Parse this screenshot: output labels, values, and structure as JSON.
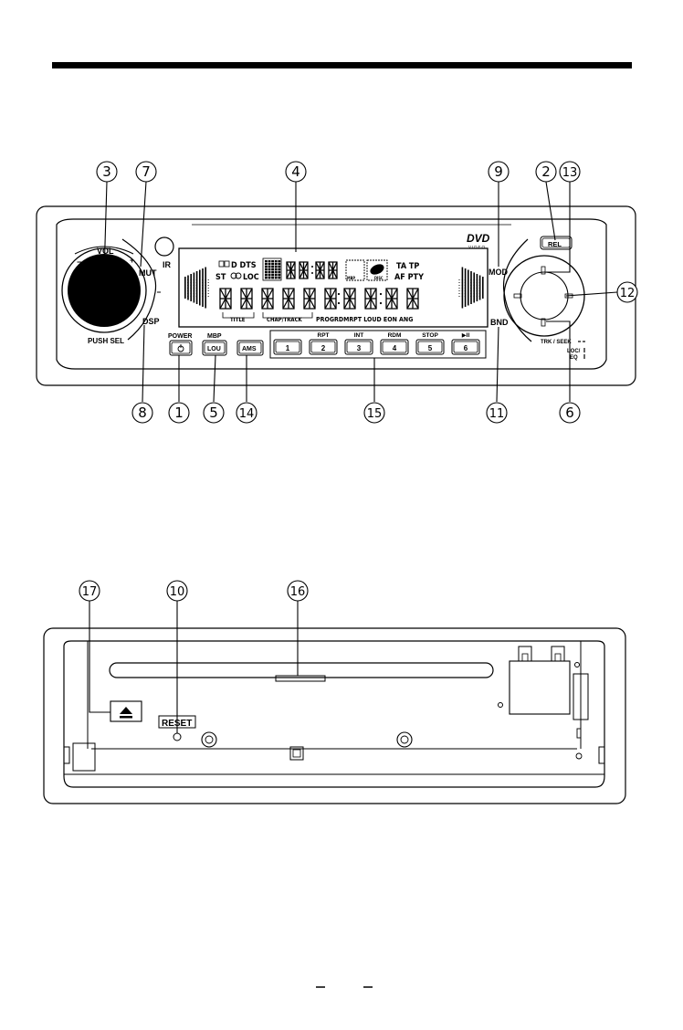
{
  "callouts_front": [
    "3",
    "7",
    "4",
    "9",
    "2",
    "13",
    "12",
    "8",
    "1",
    "5",
    "14",
    "15",
    "11",
    "6"
  ],
  "callouts_rear": [
    "17",
    "10",
    "16"
  ],
  "front_panel": {
    "knob": {
      "vol": "VOL",
      "minus": "−",
      "plus": "+",
      "push_sel": "PUSH SEL"
    },
    "left_buttons": [
      "MUT",
      "DSP"
    ],
    "ir_label": "IR",
    "power": {
      "label": "POWER",
      "glyph": "⏻"
    },
    "mbp": {
      "top": "MBP",
      "key": "LOU"
    },
    "ams": "AMS",
    "presets": [
      {
        "top": "",
        "key": "1"
      },
      {
        "top": "RPT",
        "key": "2"
      },
      {
        "top": "INT",
        "key": "3"
      },
      {
        "top": "RDM",
        "key": "4"
      },
      {
        "top": "STOP",
        "key": "5"
      },
      {
        "top": "▶II",
        "key": "6"
      }
    ],
    "display": {
      "row1_left": "D DTS",
      "row1_st": "ST",
      "row1_loc": "LOC",
      "mbp_small": "MBP",
      "disc_small": "DISC",
      "ta_tp": "TA TP",
      "af_pty": "AF PTY",
      "title_tag": "TITLE",
      "chap_tag": "CHAP/TRACK",
      "bottom_tags": "PROGRDMRPT  LOUD EON ANG"
    },
    "right_buttons": [
      "MOD",
      "BND"
    ],
    "rel": "REL",
    "dvd_logo": "DVD",
    "dvd_sub": "VIDEO",
    "trk_seek": "TRK / SEEK",
    "loc_eq": "LOC/",
    "eq": "EQ"
  },
  "rear_panel": {
    "reset": "RESET",
    "eject_glyph": "⏏"
  }
}
